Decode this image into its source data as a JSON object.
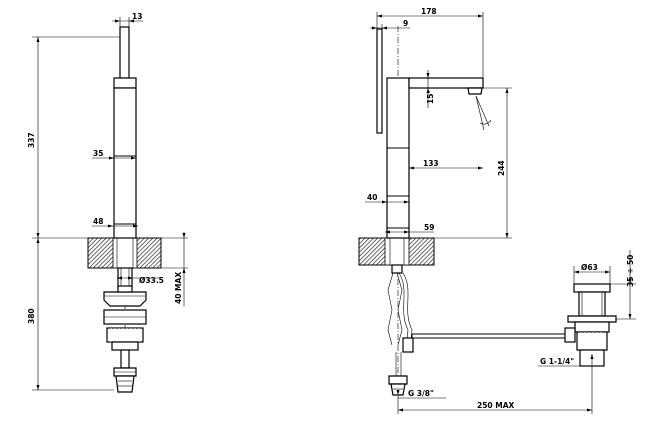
{
  "colors": {
    "line": "#000000",
    "background": "#ffffff",
    "hatch": "#444444"
  },
  "front_view": {
    "dims": {
      "overall_height": "337",
      "lever_width": "13",
      "body_diameter": "35",
      "base_diameter": "48",
      "below_counter": "380",
      "hole_diameter": "Ø33.5",
      "counter_max": "40 MAX"
    }
  },
  "side_view": {
    "dims": {
      "overall_depth": "178",
      "lever_width": "9",
      "spout_angle": "15°",
      "spout_reach": "133",
      "spout_height": "244",
      "body_diameter": "40",
      "base_diameter": "59",
      "drain_diameter": "Ø63",
      "drain_height": "35 ÷ 50",
      "drain_thread": "G 1-1/4\"",
      "supply_thread": "G 3/8\"",
      "drain_reach": "250 MAX"
    }
  }
}
